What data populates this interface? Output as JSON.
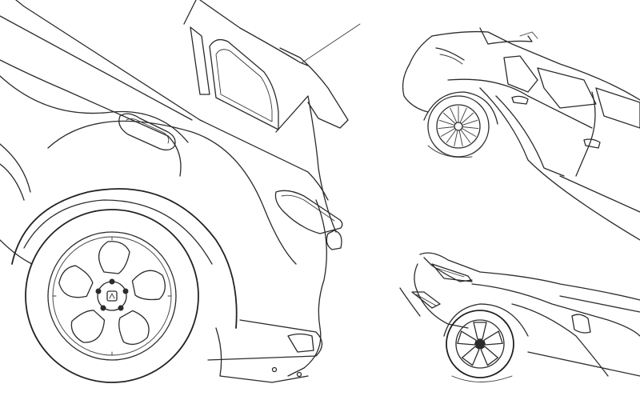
{
  "scene": {
    "background": "#ffffff",
    "line_color": "#2b2b2b",
    "style": "black-and-white line drawing",
    "panels": [
      {
        "id": "large-rear-quarter",
        "subject": "suv-rear-quarter-icon"
      },
      {
        "id": "top-right-view",
        "subject": "car-rear-side-icon"
      },
      {
        "id": "bottom-right-view",
        "subject": "car-rear-low-angle-icon"
      }
    ]
  }
}
